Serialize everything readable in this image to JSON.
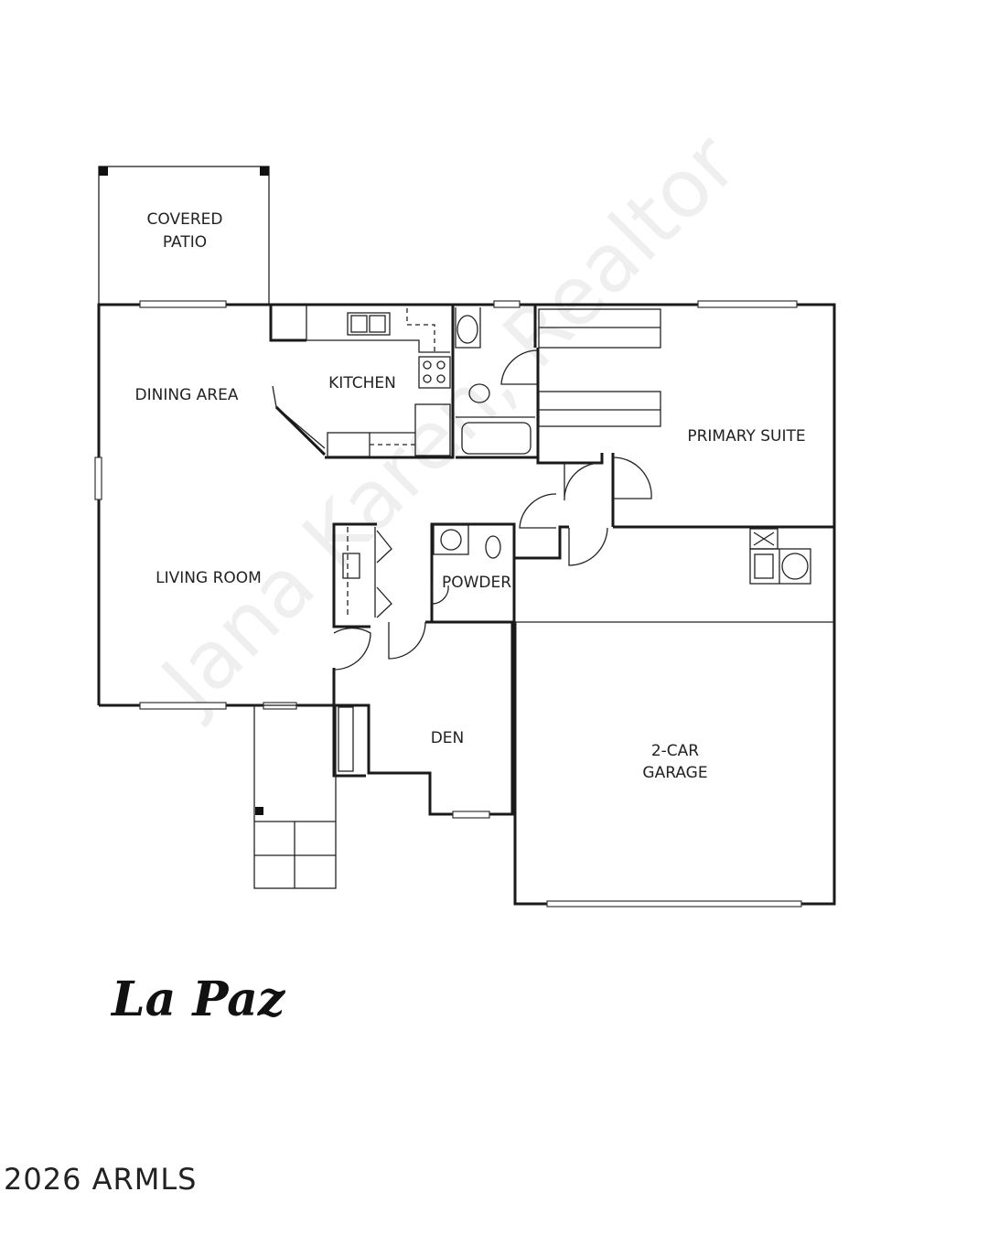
{
  "plan": {
    "rooms": {
      "covered_patio_1": "COVERED",
      "covered_patio_2": "PATIO",
      "dining": "DINING AREA",
      "kitchen": "KITCHEN",
      "primary_suite": "PRIMARY SUITE",
      "living": "LIVING ROOM",
      "powder": "POWDER",
      "den": "DEN",
      "garage_1": "2-CAR",
      "garage_2": "GARAGE"
    },
    "watermark": "Jana Karen, Realtor"
  },
  "title": "La Paz",
  "copyright": "2026 ARMLS"
}
